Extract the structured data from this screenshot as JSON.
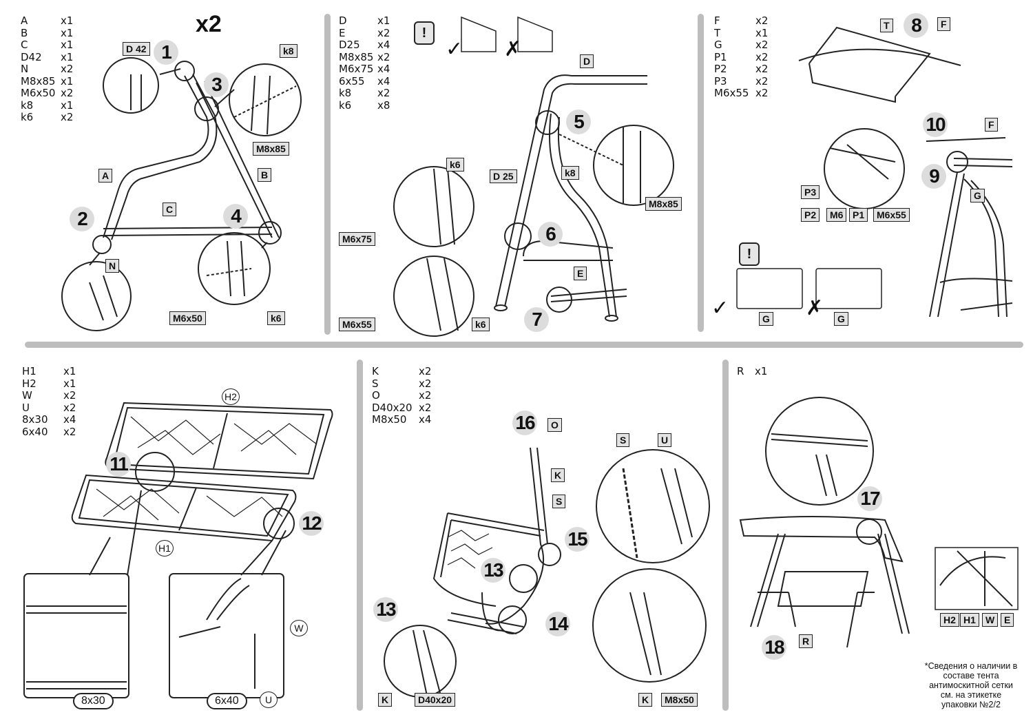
{
  "panels": {
    "p1": {
      "parts": [
        [
          "A",
          "x1"
        ],
        [
          "B",
          "x1"
        ],
        [
          "C",
          "x1"
        ],
        [
          "D42",
          "x1"
        ],
        [
          "N",
          "x2"
        ],
        [
          "M8x85",
          "x1"
        ],
        [
          "M6x50",
          "x2"
        ],
        [
          "k8",
          "x1"
        ],
        [
          "k6",
          "x2"
        ]
      ],
      "multiplier": "x2"
    },
    "p2": {
      "parts": [
        [
          "D",
          "x1"
        ],
        [
          "E",
          "x2"
        ],
        [
          "D25",
          "x4"
        ],
        [
          "M8x85",
          "x2"
        ],
        [
          "M6x75",
          "x4"
        ],
        [
          "6x55",
          "x4"
        ],
        [
          "k8",
          "x2"
        ],
        [
          "k6",
          "x8"
        ]
      ]
    },
    "p3": {
      "parts": [
        [
          "F",
          "x2"
        ],
        [
          "T",
          "x1"
        ],
        [
          "G",
          "x2"
        ],
        [
          "P1",
          "x2"
        ],
        [
          "P2",
          "x2"
        ],
        [
          "P3",
          "x2"
        ],
        [
          "M6x55",
          "x2"
        ]
      ]
    },
    "p4": {
      "parts": [
        [
          "H1",
          "x1"
        ],
        [
          "H2",
          "x1"
        ],
        [
          "W",
          "x2"
        ],
        [
          "U",
          "x2"
        ],
        [
          "8x30",
          "x4"
        ],
        [
          "6x40",
          "x2"
        ]
      ]
    },
    "p5": {
      "parts": [
        [
          "K",
          "x2"
        ],
        [
          "S",
          "x2"
        ],
        [
          "O",
          "x2"
        ],
        [
          "D40x20",
          "x2"
        ],
        [
          "M8x50",
          "x4"
        ]
      ]
    },
    "p6": {
      "parts": [
        [
          "R",
          "x1"
        ]
      ]
    }
  },
  "steps": [
    "1",
    "2",
    "3",
    "4",
    "5",
    "6",
    "7",
    "8",
    "9",
    "10",
    "11",
    "12",
    "13",
    "13",
    "14",
    "15",
    "16",
    "17",
    "18"
  ],
  "tags": {
    "d42": "D 42",
    "k8a": "k8",
    "m8x85a": "M8x85",
    "A": "A",
    "B": "B",
    "C": "C",
    "N": "N",
    "m6x50": "M6x50",
    "k6a": "k6",
    "D": "D",
    "k6b": "k6",
    "d25": "D 25",
    "k8b": "k8",
    "m8x85b": "M8x85",
    "m6x75": "M6x75",
    "E": "E",
    "m6x55a": "M6x55",
    "k6c": "k6",
    "T": "T",
    "F": "F",
    "F2": "F",
    "P3": "P3",
    "P2": "P2",
    "M6": "M6",
    "P1": "P1",
    "m6x55b": "M6x55",
    "G": "G",
    "G2": "G",
    "G3": "G",
    "O": "O",
    "K": "K",
    "S": "S",
    "S2": "S",
    "U2": "U",
    "K2": "K",
    "d40x20": "D40x20",
    "K3": "K",
    "m8x50": "M8x50",
    "R": "R",
    "H2b": "H2",
    "H1b": "H1",
    "Wb": "W",
    "Eb": "E"
  },
  "pilltags": {
    "h2": "H2",
    "h1": "H1",
    "w": "W",
    "u": "U",
    "t8x30": "8x30",
    "t6x40": "6x40"
  },
  "warning": "!",
  "ok_mark": "✓",
  "bad_mark": "✗",
  "note": "*Сведения о наличии в составе тента антимоскитной сетки см. на этикетке упаковки №2/2"
}
